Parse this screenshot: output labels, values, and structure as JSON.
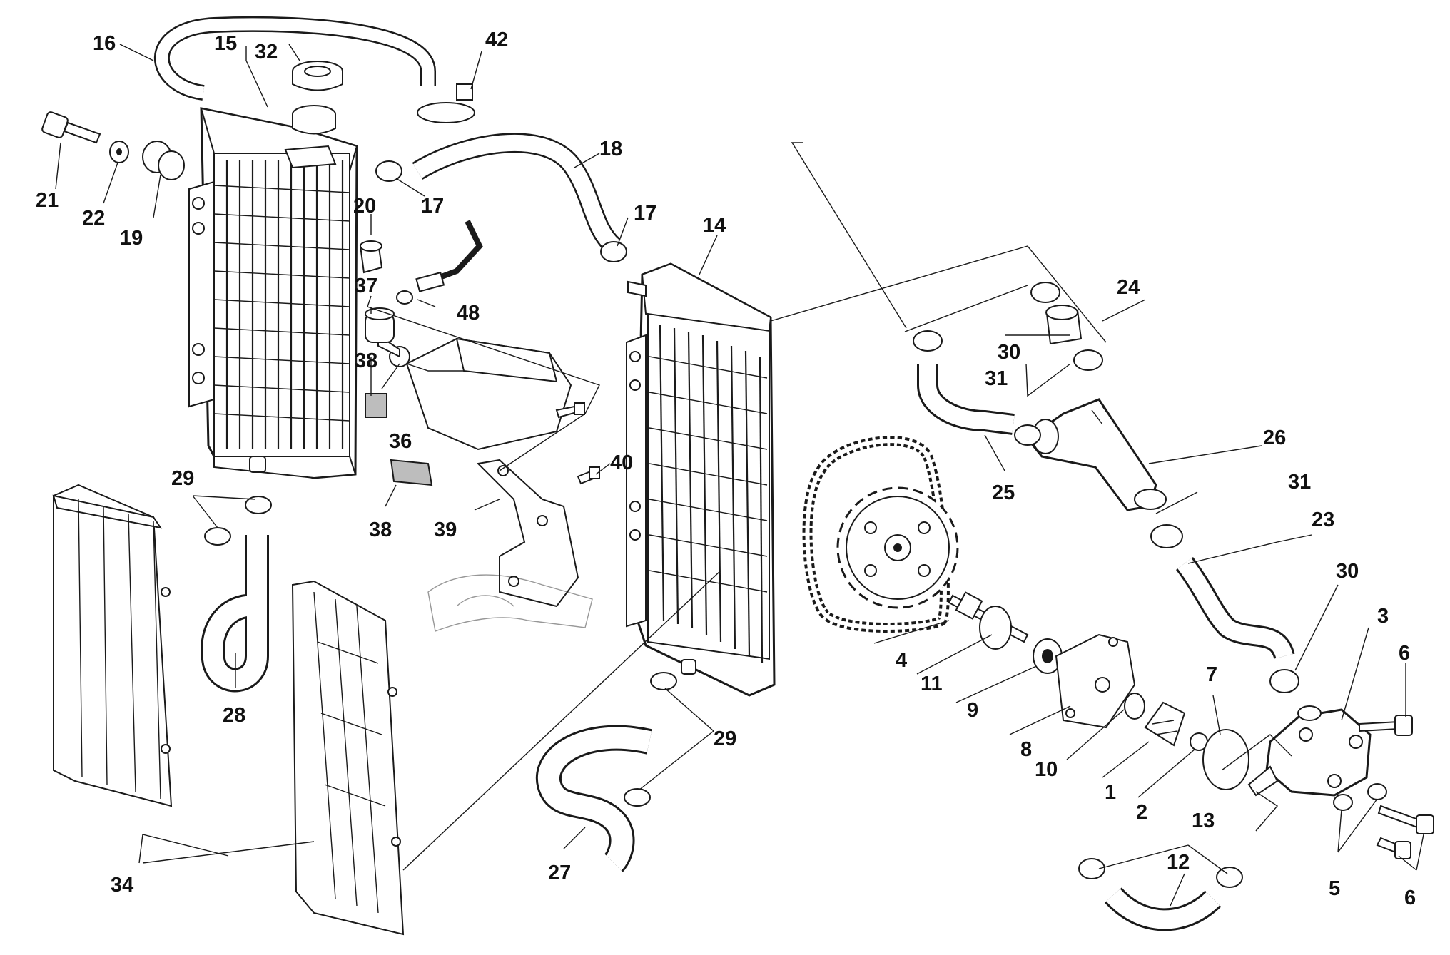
{
  "labels": {
    "p1": "1",
    "p2": "2",
    "p3": "3",
    "p4": "4",
    "p5": "5",
    "p6a": "6",
    "p6b": "6",
    "p7": "7",
    "p8": "8",
    "p9": "9",
    "p10": "10",
    "p11": "11",
    "p12": "12",
    "p13": "13",
    "p14": "14",
    "p15": "15",
    "p16": "16",
    "p17a": "17",
    "p17b": "17",
    "p18": "18",
    "p19": "19",
    "p20": "20",
    "p21": "21",
    "p22": "22",
    "p23": "23",
    "p24": "24",
    "p25": "25",
    "p26": "26",
    "p27": "27",
    "p28": "28",
    "p29a": "29",
    "p29b": "29",
    "p30a": "30",
    "p30b": "30",
    "p31a": "31",
    "p31b": "31",
    "p32": "32",
    "p34": "34",
    "p36": "36",
    "p37": "37",
    "p38a": "38",
    "p38b": "38",
    "p39": "39",
    "p40": "40",
    "p42": "42",
    "p48": "48"
  },
  "colors": {
    "line": "#1a1a1a",
    "background": "#ffffff"
  }
}
